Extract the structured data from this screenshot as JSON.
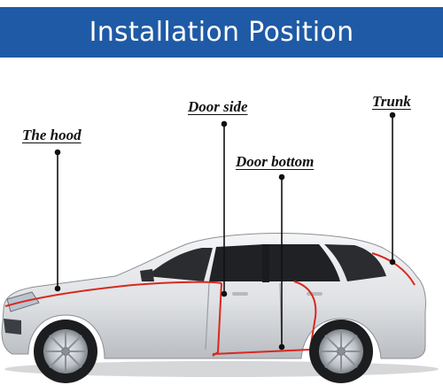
{
  "banner": {
    "title": "Installation Position",
    "color": "#1f5aa6"
  },
  "labels": {
    "hood": "The hood",
    "door_side": "Door side",
    "door_bottom": "Door bottom",
    "trunk": "Trunk"
  },
  "colors": {
    "seal_strip": "#d9281f",
    "car_body": "#e9eaec"
  }
}
